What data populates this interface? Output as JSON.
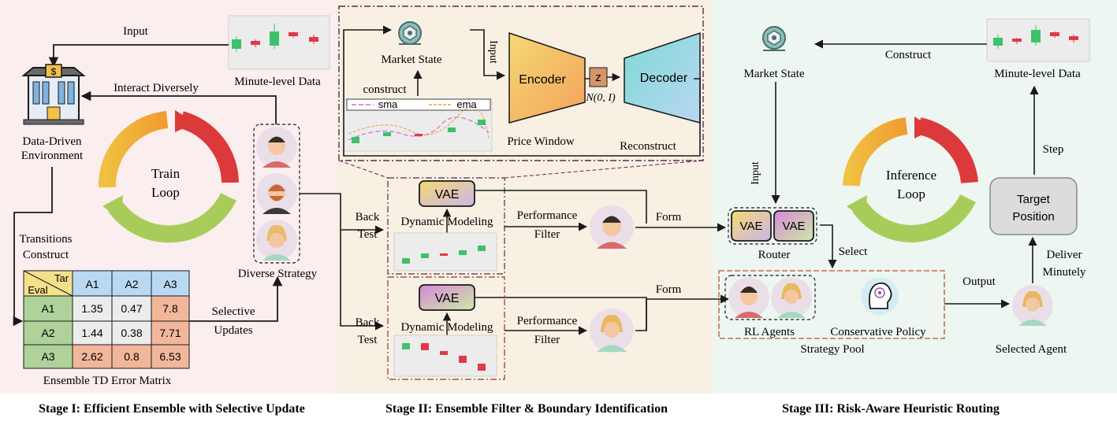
{
  "stage1": {
    "caption": "Stage I: Efficient Ensemble with Selective Update",
    "input": "Input",
    "minute_data": "Minute-level Data",
    "interact": "Interact Diversely",
    "env_line1": "Data-Driven",
    "env_line2": "Environment",
    "train_line1": "Train",
    "train_line2": "Loop",
    "transitions_line1": "Transitions",
    "transitions_line2": "Construct",
    "diverse_strategy": "Diverse Strategy",
    "selective_line1": "Selective",
    "selective_line2": "Updates",
    "matrix_title": "Ensemble TD Error Matrix",
    "matrix_corner_tar": "Tar",
    "matrix_corner_eval": "Eval",
    "matrix_cols": [
      "A1",
      "A2",
      "A3"
    ],
    "matrix_rows": [
      {
        "label": "A1",
        "cells": [
          "1.35",
          "0.47",
          "7.8"
        ]
      },
      {
        "label": "A2",
        "cells": [
          "1.44",
          "0.38",
          "7.71"
        ]
      },
      {
        "label": "A3",
        "cells": [
          "2.62",
          "0.8",
          "6.53"
        ]
      }
    ]
  },
  "stage2": {
    "caption": "Stage II: Ensemble Filter & Boundary Identification",
    "market_state": "Market State",
    "input": "Input",
    "construct": "construct",
    "sma": "sma",
    "ema": "ema",
    "price_window": "Price Window",
    "encoder": "Encoder",
    "z": "z",
    "dist": "N(0, I)",
    "decoder": "Decoder",
    "reconstruct": "Reconstruct",
    "vae": "VAE",
    "dynamic_modeling": "Dynamic Modeling",
    "back_line1": "Back",
    "back_line2": "Test",
    "perf_line1": "Performance",
    "perf_line2": "Filter",
    "form": "Form"
  },
  "stage3": {
    "caption": "Stage III: Risk-Aware Heuristic Routing",
    "market_state": "Market State",
    "construct": "Construct",
    "minute_data": "Minute-level Data",
    "step": "Step",
    "input": "Input",
    "inference_line1": "Inference",
    "inference_line2": "Loop",
    "target_line1": "Target",
    "target_line2": "Position",
    "vae": "VAE",
    "router": "Router",
    "select": "Select",
    "output": "Output",
    "deliver_line1": "Deliver",
    "deliver_line2": "Minutely",
    "rl_agents": "RL Agents",
    "conservative_policy": "Conservative Policy",
    "strategy_pool": "Strategy Pool",
    "selected_agent": "Selected Agent"
  },
  "colors": {
    "stage1_bg": "#fbeeee",
    "stage2_bg": "#f7f0e3",
    "stage3_bg": "#eef6f2",
    "arrow": "#1a1a1a",
    "dashed_frame": "#5a2a4a",
    "candle_up": "#3cc26a",
    "candle_down": "#e0394a",
    "loop_orange": "#f0a030",
    "loop_red": "#dc3a3a",
    "loop_green": "#a8cc5a"
  }
}
